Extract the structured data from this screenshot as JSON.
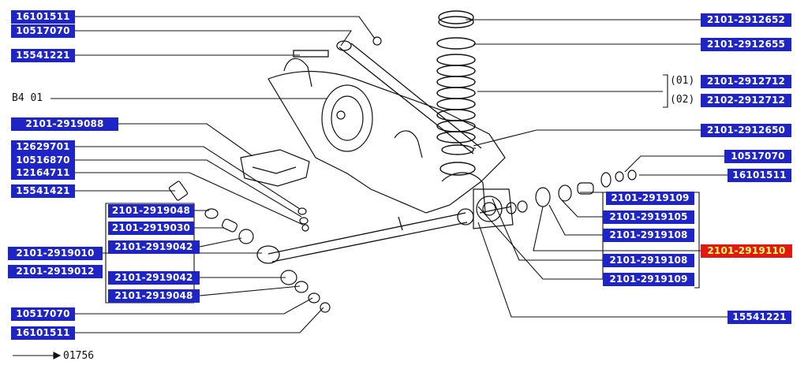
{
  "colors": {
    "label_bg": "#1f24c4",
    "label_text": "#ffffff",
    "highlight_bg": "#e01a12",
    "highlight_text": "#ffff66",
    "line": "#111111"
  },
  "labels_left": [
    "16101511",
    "10517070",
    "15541221",
    "2101-2919088",
    "12629701",
    "10516870",
    "12164711",
    "15541421",
    "2101-2919048",
    "2101-2919030",
    "2101-2919042",
    "2101-2919010",
    "2101-2919012",
    "2101-2919042",
    "2101-2919048",
    "10517070",
    "16101511"
  ],
  "labels_right": [
    "2101-2912652",
    "2101-2912655",
    "2101-2912712",
    "2102-2912712",
    "2101-2912650",
    "10517070",
    "16101511",
    "2101-2919109",
    "2101-2919105",
    "2101-2919108",
    "2101-2919110",
    "2101-2919108",
    "2101-2919109",
    "15541221"
  ],
  "variants": [
    "(01)",
    "(02)"
  ],
  "ref_b4": "B4 01",
  "figure_no": "01756"
}
